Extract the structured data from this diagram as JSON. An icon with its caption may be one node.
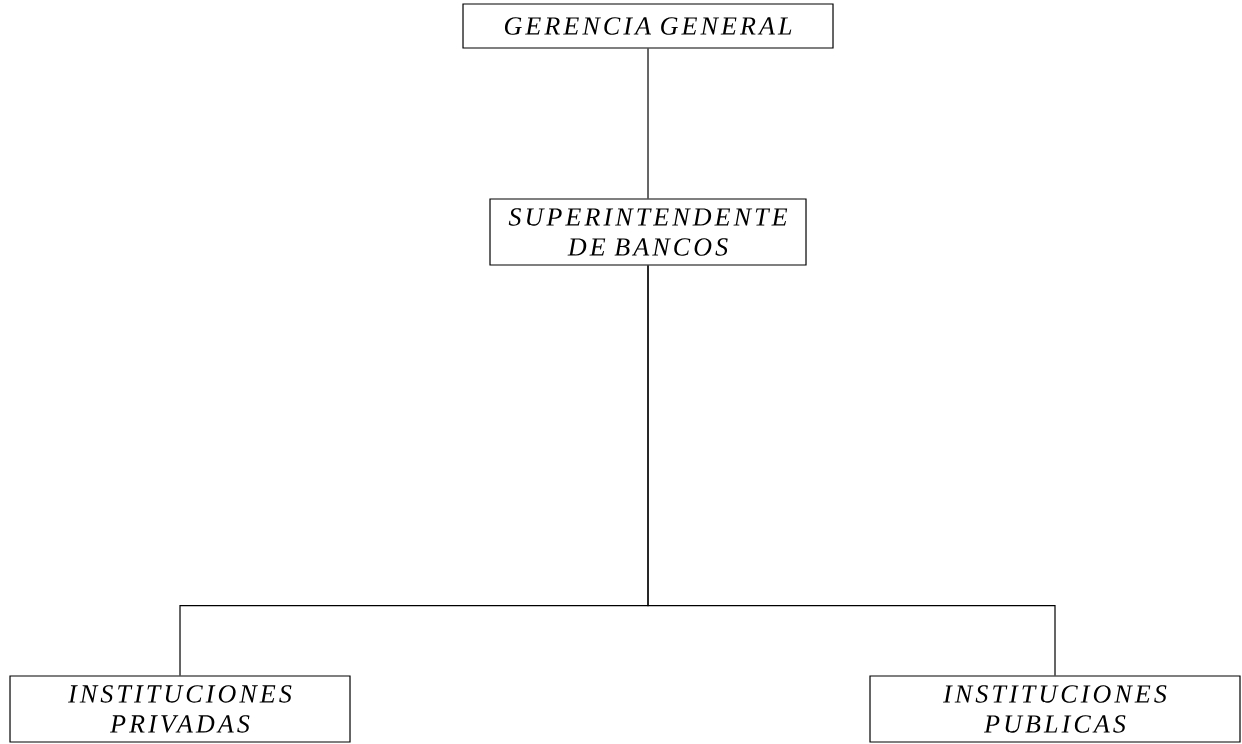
{
  "diagram": {
    "nodes": [
      {
        "text": [
          "GERENCIA GENERAL"
        ]
      },
      {
        "text": [
          "SUPERINTENDENTE DE BANCOS"
        ]
      },
      {
        "text": [
          "INSTITUCIONES PRIVADAS"
        ]
      },
      {
        "text": [
          "INSTITUCIONES PUBLICAS"
        ]
      }
    ],
    "edges": [
      {
        "from": 0,
        "to": 1,
        "arrow": "none"
      },
      {
        "from": 1,
        "to": 2,
        "arrow": "none"
      },
      {
        "from": 1,
        "to": 3,
        "arrow": "none"
      }
    ]
  }
}
